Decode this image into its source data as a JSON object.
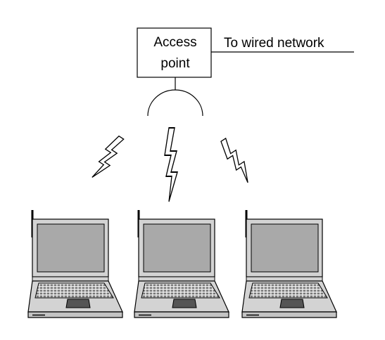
{
  "access_point": {
    "label_line1": "Access",
    "label_line2": "point"
  },
  "wired_link": {
    "label": "To wired network"
  },
  "wireless_links": [
    {
      "name": "left"
    },
    {
      "name": "center"
    },
    {
      "name": "right"
    }
  ],
  "laptops": [
    {
      "name": "laptop-1"
    },
    {
      "name": "laptop-2"
    },
    {
      "name": "laptop-3"
    }
  ],
  "colors": {
    "stroke": "#000000",
    "screen": "#a9a9a9",
    "body": "#d3d3d3",
    "touchpad": "#555555",
    "background": "#ffffff"
  }
}
